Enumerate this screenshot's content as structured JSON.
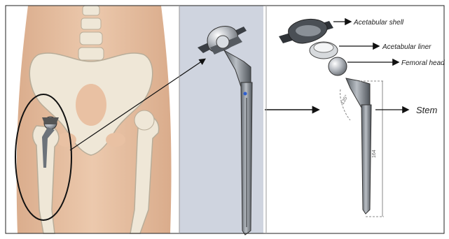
{
  "labels": {
    "acetabular_shell": "Acetabular shell",
    "acetabular_liner": "Acetabular liner",
    "femoral_head": "Femoral head",
    "stem": "Stem"
  },
  "dimensions": {
    "neck_angle": "135°",
    "stem_length": "164"
  },
  "colors": {
    "skin": "#e7c3a6",
    "bone": "#efe7d7",
    "cad_background": "#cfd4df",
    "implant_metal": "#8e949c",
    "outline": "#222222"
  }
}
